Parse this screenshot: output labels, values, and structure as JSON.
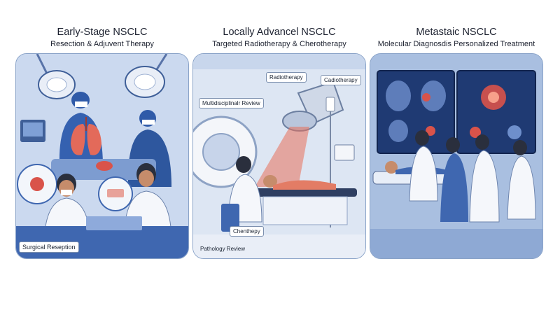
{
  "panels": [
    {
      "title": "Early-Stage NSCLC",
      "subtitle": "Resection & Adjuvent Therapy",
      "labels": [
        "Surgical Reseption"
      ]
    },
    {
      "title": "Locally Advancel NSCLC",
      "subtitle": "Targeted Radiotherapy & Cherotherapy",
      "labels": [
        "Radiotherapy",
        "Cadiotherapy",
        "Multidisciplinalr Review",
        "Chenthepy",
        "Pathology Review"
      ]
    },
    {
      "title": "Metastaic NSCLC",
      "subtitle": "Molecular Diagnosdis Personalized Treatment",
      "labels": []
    }
  ],
  "colors": {
    "primary_blue": "#3f67b0",
    "panel_bg": "#c9d8ee",
    "tumor_red": "#d9534a",
    "beam": "#e8705a"
  }
}
